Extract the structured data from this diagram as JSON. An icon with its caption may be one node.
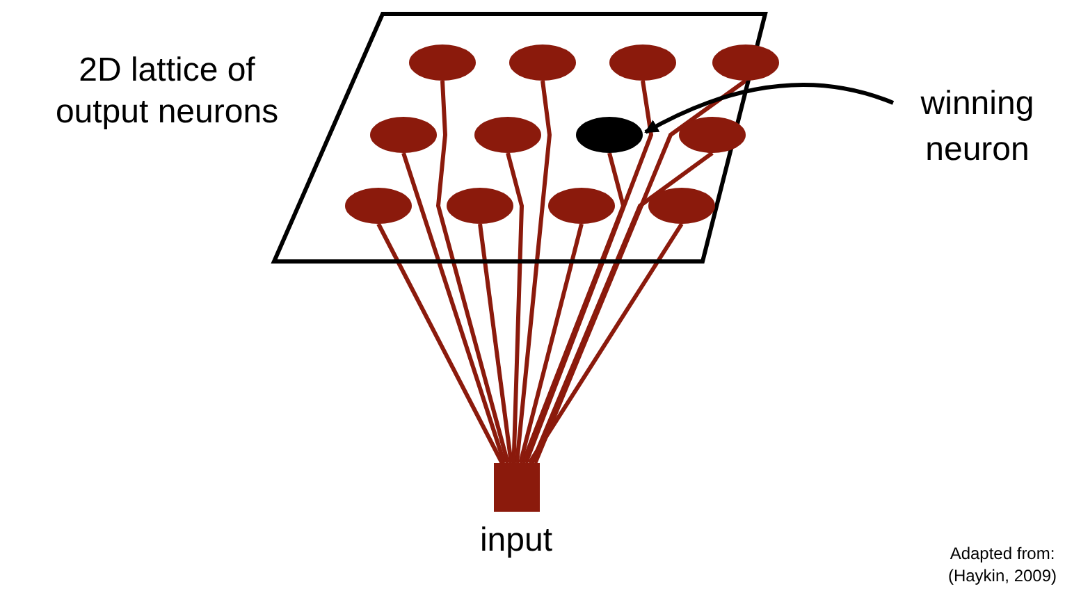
{
  "diagram": {
    "nodes": [
      {
        "text": [
          "2D lattice of output neurons"
        ]
      },
      {
        "text": [],
        "shape": "circle",
        "in": 0
      },
      {
        "text": [],
        "shape": "circle",
        "in": 0
      },
      {
        "text": [],
        "shape": "circle",
        "in": 0
      },
      {
        "text": [],
        "shape": "circle",
        "in": 0
      },
      {
        "text": [],
        "shape": "circle",
        "in": 0
      },
      {
        "text": [],
        "shape": "circle",
        "in": 0
      },
      {
        "text": [],
        "shape": "circle",
        "in": 0
      },
      {
        "text": [],
        "shape": "circle",
        "in": 0
      },
      {
        "text": [],
        "shape": "circle",
        "in": 0
      },
      {
        "text": [],
        "shape": "circle",
        "in": 0
      },
      {
        "text": [],
        "shape": "circle",
        "in": 0
      },
      {
        "text": [],
        "shape": "circle",
        "in": 0
      },
      {
        "text": [
          "winning neuron"
        ]
      },
      {
        "text": [
          "input"
        ]
      }
    ],
    "edges": [
      {
        "from": 14,
        "to": 1,
        "arrow": "none"
      },
      {
        "from": 14,
        "to": 2,
        "arrow": "none"
      },
      {
        "from": 14,
        "to": 3,
        "arrow": "none"
      },
      {
        "from": 14,
        "to": 4,
        "arrow": "none"
      },
      {
        "from": 14,
        "to": 5,
        "arrow": "none"
      },
      {
        "from": 14,
        "to": 6,
        "arrow": "none"
      },
      {
        "from": 14,
        "to": 7,
        "arrow": "none"
      },
      {
        "from": 14,
        "to": 8,
        "arrow": "none"
      },
      {
        "from": 14,
        "to": 9,
        "arrow": "none"
      },
      {
        "from": 14,
        "to": 10,
        "arrow": "none"
      },
      {
        "from": 14,
        "to": 11,
        "arrow": "none"
      },
      {
        "from": 14,
        "to": 12,
        "arrow": "none"
      },
      {
        "from": 13,
        "to": 7,
        "arrow": "to",
        "color": "#000000"
      }
    ],
    "labels": [
      "Adapted from: (Haykin, 2009)"
    ]
  }
}
